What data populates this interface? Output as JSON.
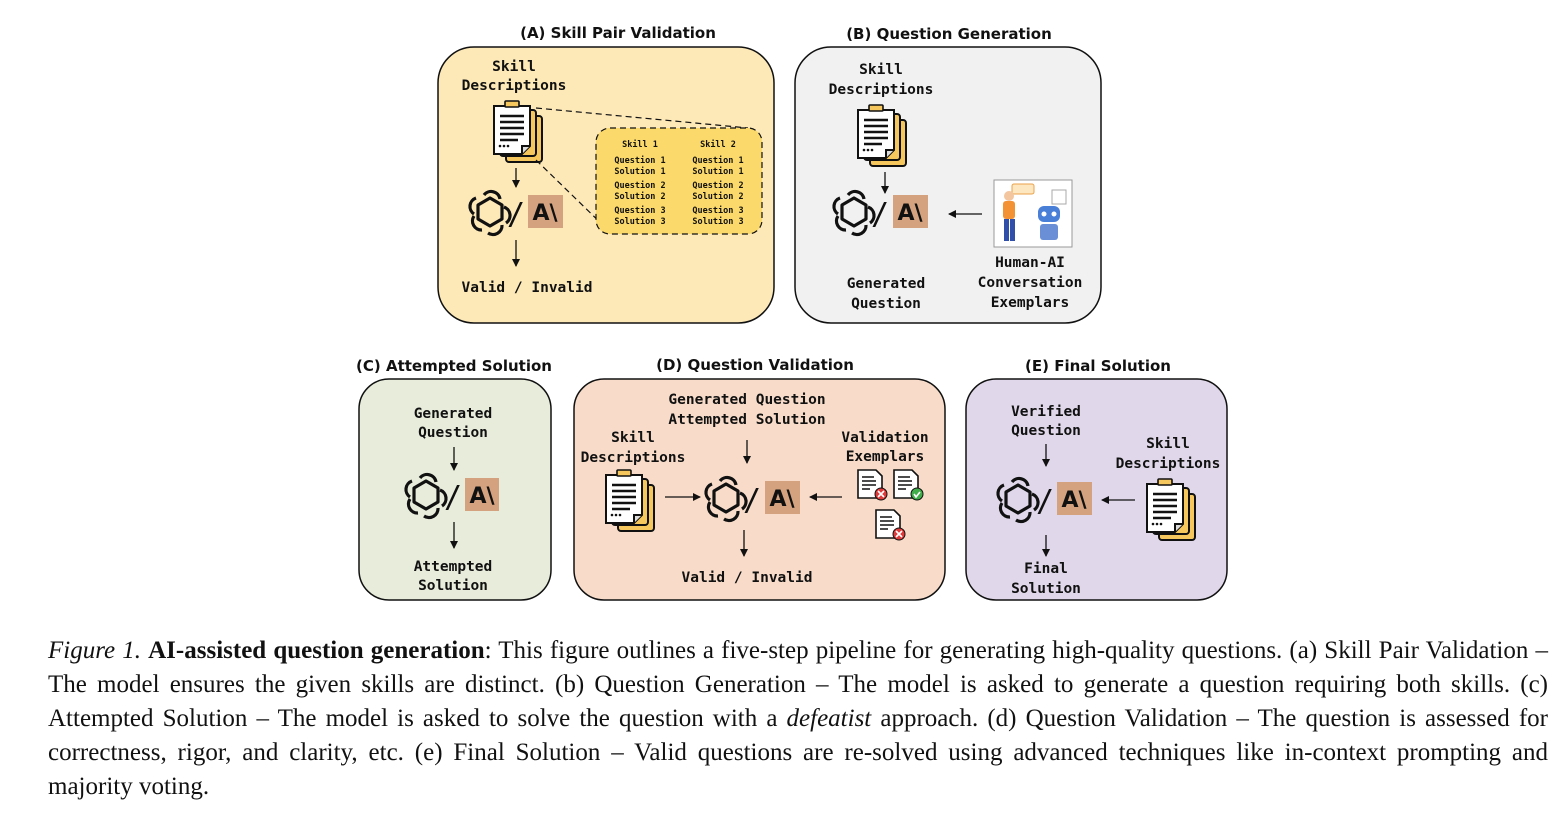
{
  "panels": {
    "a": {
      "title": "(A) Skill Pair Validation",
      "input_line1": "Skill",
      "input_line2": "Descriptions",
      "output": "Valid / Invalid",
      "zoom": {
        "col1": "Skill 1",
        "col2": "Skill 2",
        "rows": [
          [
            "Question 1",
            "Question 1"
          ],
          [
            "Solution 1",
            "Solution 1"
          ],
          [
            "Question 2",
            "Question 2"
          ],
          [
            "Solution 2",
            "Solution 2"
          ],
          [
            "Question 3",
            "Question 3"
          ],
          [
            "Solution 3",
            "Solution 3"
          ]
        ]
      }
    },
    "b": {
      "title": "(B) Question Generation",
      "input_line1": "Skill",
      "input_line2": "Descriptions",
      "output_line1": "Generated",
      "output_line2": "Question",
      "side_line1": "Human-AI",
      "side_line2": "Conversation",
      "side_line3": "Exemplars"
    },
    "c": {
      "title": "(C) Attempted Solution",
      "input_line1": "Generated",
      "input_line2": "Question",
      "output_line1": "Attempted",
      "output_line2": "Solution"
    },
    "d": {
      "title": "(D) Question Validation",
      "top_line1": "Generated Question",
      "top_line2": "Attempted Solution",
      "left_line1": "Skill",
      "left_line2": "Descriptions",
      "right_line1": "Validation",
      "right_line2": "Exemplars",
      "output": "Valid / Invalid"
    },
    "e": {
      "title": "(E) Final Solution",
      "input_line1": "Verified",
      "input_line2": "Question",
      "side_line1": "Skill",
      "side_line2": "Descriptions",
      "output_line1": "Final",
      "output_line2": "Solution"
    }
  },
  "model_separator": "/",
  "colors": {
    "panel_a": "#fde9b8",
    "panel_b": "#f1f1f1",
    "panel_c": "#e7ecdb",
    "panel_d": "#f8dcc9",
    "panel_e": "#e0d8ea",
    "anthropic_tile": "#d4a27f",
    "doc_yellow": "#f6c75c"
  },
  "caption": {
    "figure_label": "Figure 1.",
    "bold_title": "AI-assisted question generation",
    "text_part1": ": This figure outlines a five-step pipeline for generating high-quality questions. (a) Skill Pair Validation – The model ensures the given skills are distinct. (b) Question Generation – The model is asked to generate a question requiring both skills. (c) Attempted Solution – The model is asked to solve the question with a ",
    "italic_word": "defeatist",
    "text_part2": " approach. (d) Question Validation – The question is assessed for correctness, rigor, and clarity, etc. (e) Final Solution – Valid questions are re-solved using advanced techniques like in-context prompting and majority voting."
  }
}
